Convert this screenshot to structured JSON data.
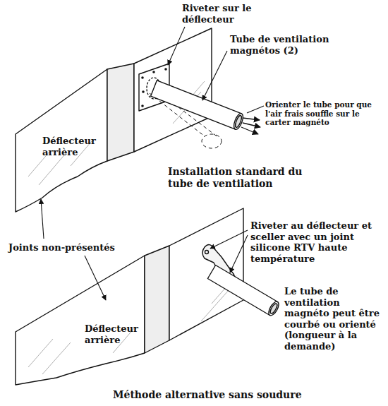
{
  "diagram": {
    "labels": [
      "Riveter sur le déflecteur",
      "Tube de ventilation magnétos (2)",
      "Orienter le tube pour que l'air frais souffle sur le carter magnéto",
      "Déflecteur arrière",
      "Installation standard du tube de ventilation",
      "Joints non-présentés",
      "Riveter au déflecteur et sceller avec un joint silicone RTV haute température",
      "Le tube de ventilation magnéto peut être courbé ou orienté (longueur à la demande)",
      "Déflecteur arrière",
      "Méthode alternative sans soudure"
    ]
  }
}
